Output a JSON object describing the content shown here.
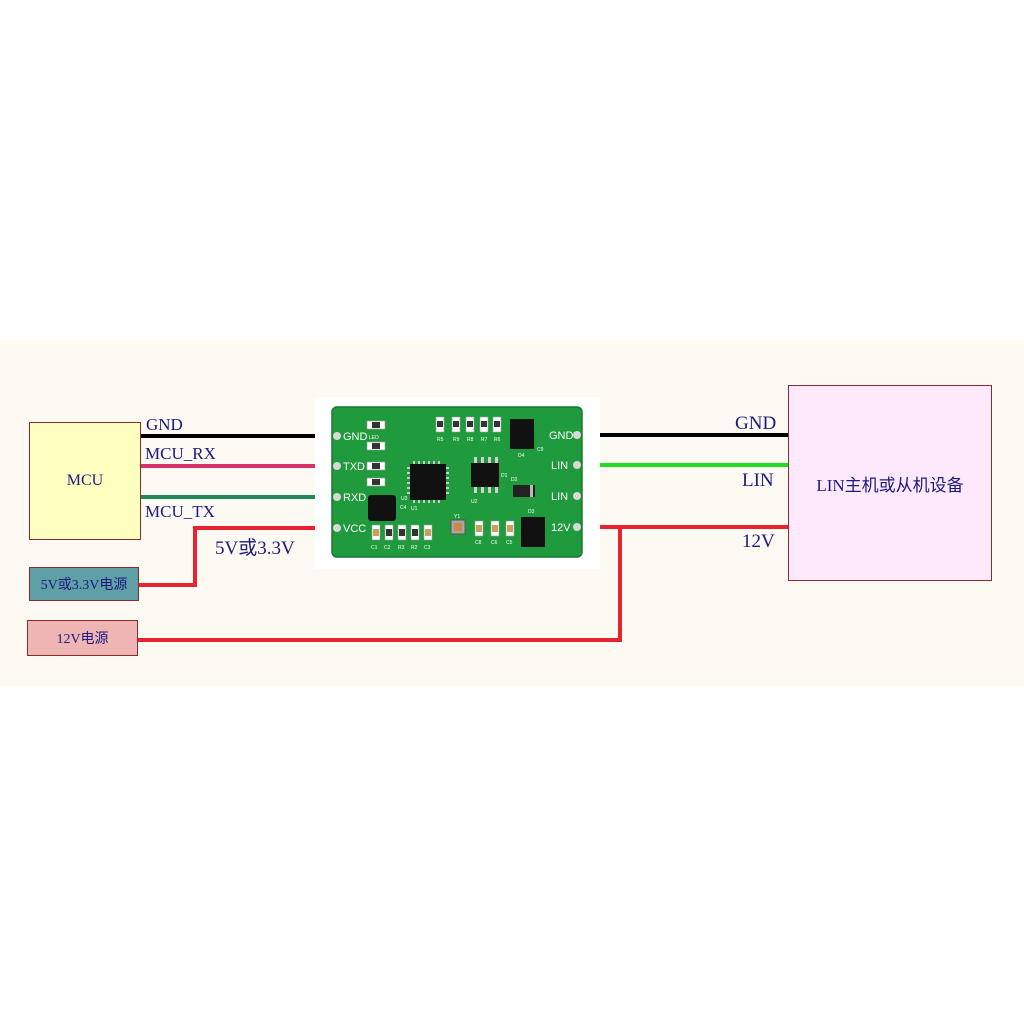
{
  "mcu": {
    "label": "MCU"
  },
  "power_5v": {
    "label": "5V或3.3V电源"
  },
  "power_12v": {
    "label": "12V电源"
  },
  "lin_device": {
    "label": "LIN主机或从机设备"
  },
  "wires_left": {
    "gnd": "GND",
    "mcu_rx": "MCU_RX",
    "mcu_tx": "MCU_TX",
    "vcc": "5V或3.3V"
  },
  "wires_right": {
    "gnd": "GND",
    "lin": "LIN",
    "v12": "12V"
  },
  "board": {
    "pins_left": [
      "GND",
      "TXD",
      "RXD",
      "VCC"
    ],
    "pins_right": [
      "GND",
      "LIN",
      "LIN",
      "12V"
    ],
    "silk_top": [
      "R5",
      "R9",
      "R8",
      "R7",
      "R6"
    ],
    "silk_bottom": [
      "C1",
      "C2",
      "R3",
      "R2",
      "C3",
      "C8",
      "C6",
      "C5"
    ],
    "silk_misc": [
      "LED",
      "D4",
      "C9",
      "D3",
      "Y1",
      "U1",
      "C4",
      "D1",
      "D2",
      "U2",
      "U3"
    ]
  },
  "colors": {
    "gnd": "#000000",
    "rx": "#d6336c",
    "tx": "#1e8a5a",
    "power": "#e8222e",
    "lin": "#22dd22",
    "pcb": "#1f9a3c",
    "label": "#1a1a80"
  }
}
